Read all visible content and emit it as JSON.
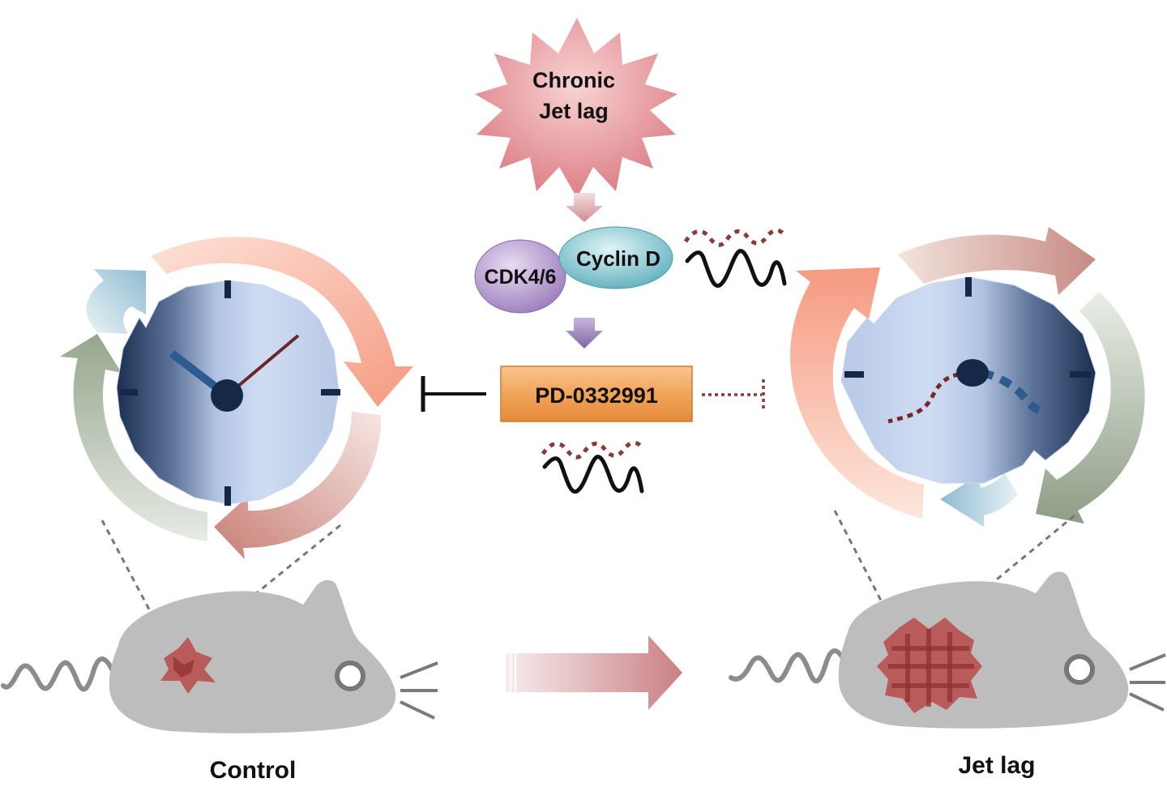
{
  "labels": {
    "stressor": [
      "Chronic",
      "Jet lag"
    ],
    "cdk": "CDK4/6",
    "cyclin": "Cyclin D",
    "drug": "PD-0332991",
    "control": "Control",
    "jetlag": "Jet lag"
  },
  "colors": {
    "starburst": "#dd8288",
    "cdk": "#a98fc4",
    "cyclin": "#7ec4cf",
    "drug": "#ee9a4c",
    "tumor": "#b94a4a",
    "mouse": "#bdbdbd",
    "clockRim": "#dfe8f6",
    "clockDark": "#1e3356",
    "hourHand": "#2d5a8f",
    "minuteHand": "#6b2626"
  },
  "icons": {
    "stressor": "starburst-icon",
    "clock": "clock-icon",
    "oscillation": "wave-icon",
    "inhibition": "inhibition-bar-icon",
    "mouse": "mouse-icon",
    "tumor": "tumor-icon"
  }
}
